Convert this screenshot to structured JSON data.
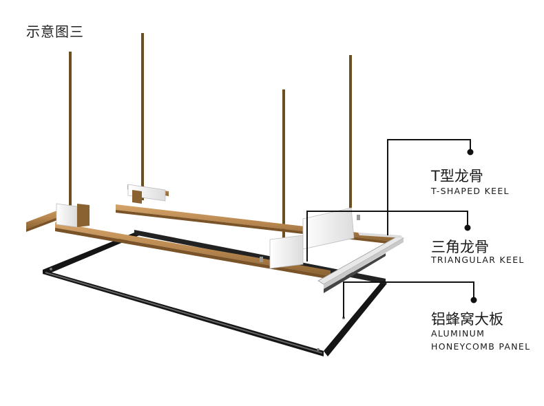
{
  "title": "示意图三",
  "callouts": [
    {
      "id": "t-keel",
      "cn": "T型龙骨",
      "en": [
        "T-SHAPED KEEL"
      ]
    },
    {
      "id": "triangular-keel",
      "cn": "三角龙骨",
      "en": [
        "TRIANGULAR KEEL"
      ]
    },
    {
      "id": "panel",
      "cn": "铝蜂窝大板",
      "en": [
        "ALUMINUM",
        "HONEYCOMB PANEL"
      ]
    }
  ],
  "colors": {
    "rod": "#6b4f1e",
    "keel_wood": "#b8874f",
    "keel_wood_dark": "#8a6232",
    "clip_white": "#f1f1f1",
    "frame_black": "#111111",
    "leader": "#111111"
  }
}
